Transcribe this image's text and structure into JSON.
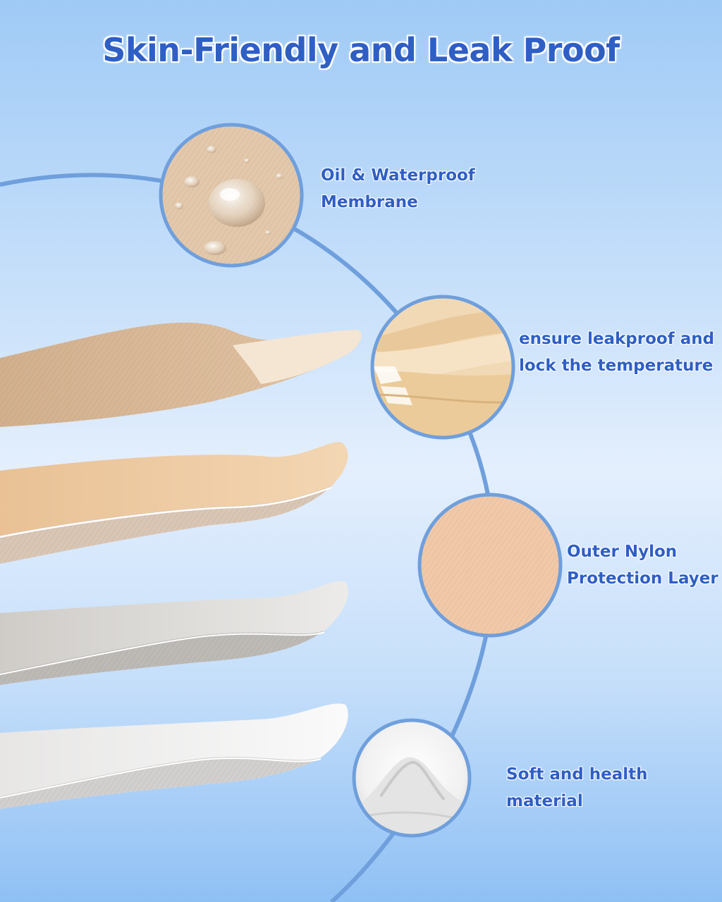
{
  "title": "Skin-Friendly and Leak Proof",
  "features": [
    {
      "line1": "Oil & Waterproof",
      "line2": "Membrane",
      "icon": "water-droplet-fabric-icon"
    },
    {
      "line1": "ensure leakproof and",
      "line2": "lock the temperature",
      "icon": "layered-membrane-icon"
    },
    {
      "line1": "Outer Nylon",
      "line2": "Protection Layer",
      "icon": "nylon-fabric-icon"
    },
    {
      "line1": "Soft and health",
      "line2": "material",
      "icon": "soft-cloth-icon"
    }
  ],
  "colors": {
    "accent": "#2f5fc4",
    "ring": "#6f9fdc",
    "tan": "#d9b896",
    "peach": "#eec9a0",
    "gray": "#d6d4d1",
    "white": "#f2f2f2"
  }
}
